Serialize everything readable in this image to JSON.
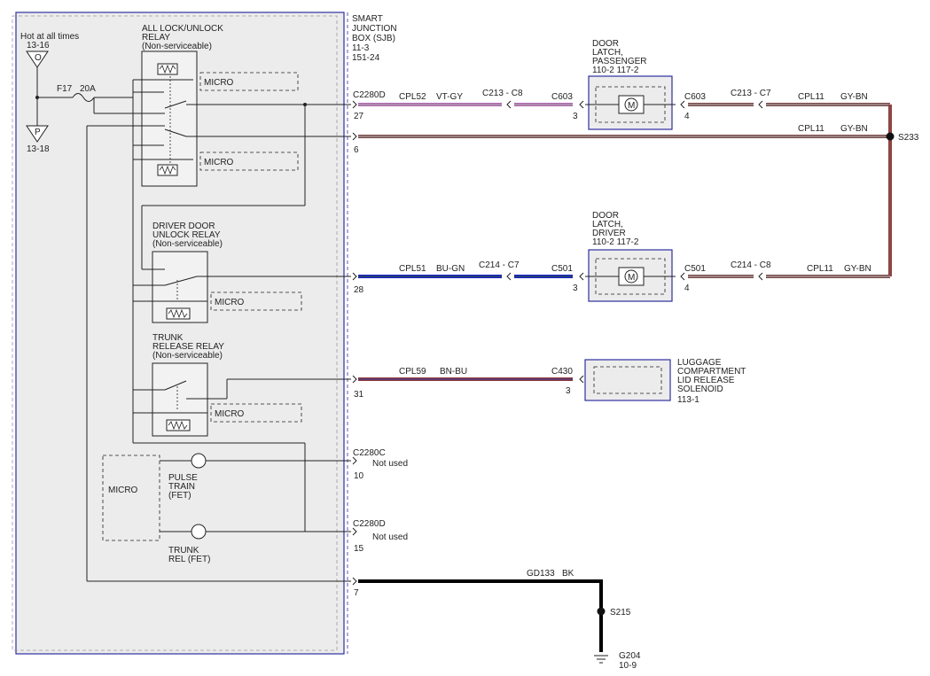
{
  "diagram": {
    "colors": {
      "vt_gy": "#b06ab0",
      "bu_gn": "#1a1ac8",
      "bn_bu": "#8a3a3a",
      "gy_bn": "#7a4a4a",
      "bk": "#000000",
      "module_border": "#3030a0",
      "module_fill": "#ececec"
    },
    "hot": {
      "label": "Hot at all times",
      "ref": "13-16",
      "fuse_o": "O",
      "fuse_p": "P",
      "ref_p": "13-18"
    },
    "fuse": {
      "name": "F17",
      "rating": "20A"
    },
    "sjb": {
      "l1": "SMART",
      "l2": "JUNCTION",
      "l3": "BOX (SJB)",
      "r1": "11-3",
      "r2": "151-24"
    },
    "relays": {
      "all_lock": {
        "l1": "ALL LOCK/UNLOCK",
        "l2": "RELAY",
        "l3": "(Non-serviceable)"
      },
      "driver_unlock": {
        "l1": "DRIVER DOOR",
        "l2": "UNLOCK RELAY",
        "l3": "(Non-serviceable)"
      },
      "trunk": {
        "l1": "TRUNK",
        "l2": "RELEASE RELAY",
        "l3": "(Non-serviceable)"
      }
    },
    "micro": "MICRO",
    "fets": {
      "pulse": {
        "l1": "PULSE",
        "l2": "TRAIN",
        "l3": "(FET)"
      },
      "trunk": {
        "l1": "TRUNK",
        "l2": "REL (FET)"
      }
    },
    "pins": {
      "p27": "27",
      "p6": "6",
      "p28": "28",
      "p31": "31",
      "p10": "10",
      "p15": "15",
      "p7": "7"
    },
    "connectors": {
      "c2280d_top": "C2280D",
      "c2280c": "C2280C",
      "c2280d_bot": "C2280D",
      "not_used": "Not used",
      "c213_c8": "C213 - C8",
      "c603_l": "C603",
      "c603_l_pin": "3",
      "c603_r": "C603",
      "c603_r_pin": "4",
      "c213_c7": "C213 - C7",
      "c214_c7": "C214 - C7",
      "c501_l": "C501",
      "c501_l_pin": "3",
      "c501_r": "C501",
      "c501_r_pin": "4",
      "c214_c8": "C214 - C8",
      "c430": "C430",
      "c430_pin": "3"
    },
    "wires": {
      "cpl52": "CPL52",
      "vt_gy": "VT-GY",
      "cpl11_a": "CPL11",
      "gy_bn_a": "GY-BN",
      "cpl11_b": "CPL11",
      "gy_bn_b": "GY-BN",
      "cpl51": "CPL51",
      "bu_gn": "BU-GN",
      "cpl11_c": "CPL11",
      "gy_bn_c": "GY-BN",
      "cpl59": "CPL59",
      "bn_bu": "BN-BU",
      "gd133": "GD133",
      "bk": "BK"
    },
    "splices": {
      "s233": "S233",
      "s215": "S215"
    },
    "ground": {
      "name": "G204",
      "ref": "10-9"
    },
    "components": {
      "pass_latch": {
        "l1": "DOOR",
        "l2": "LATCH,",
        "l3": "PASSENGER",
        "l4": "110-2   117-2",
        "motor": "M"
      },
      "drv_latch": {
        "l1": "DOOR",
        "l2": "LATCH,",
        "l3": "DRIVER",
        "l4": "110-2   117-2",
        "motor": "M"
      },
      "solenoid": {
        "l1": "LUGGAGE",
        "l2": "COMPARTMENT",
        "l3": "LID RELEASE",
        "l4": "SOLENOID",
        "l5": "113-1"
      }
    }
  }
}
